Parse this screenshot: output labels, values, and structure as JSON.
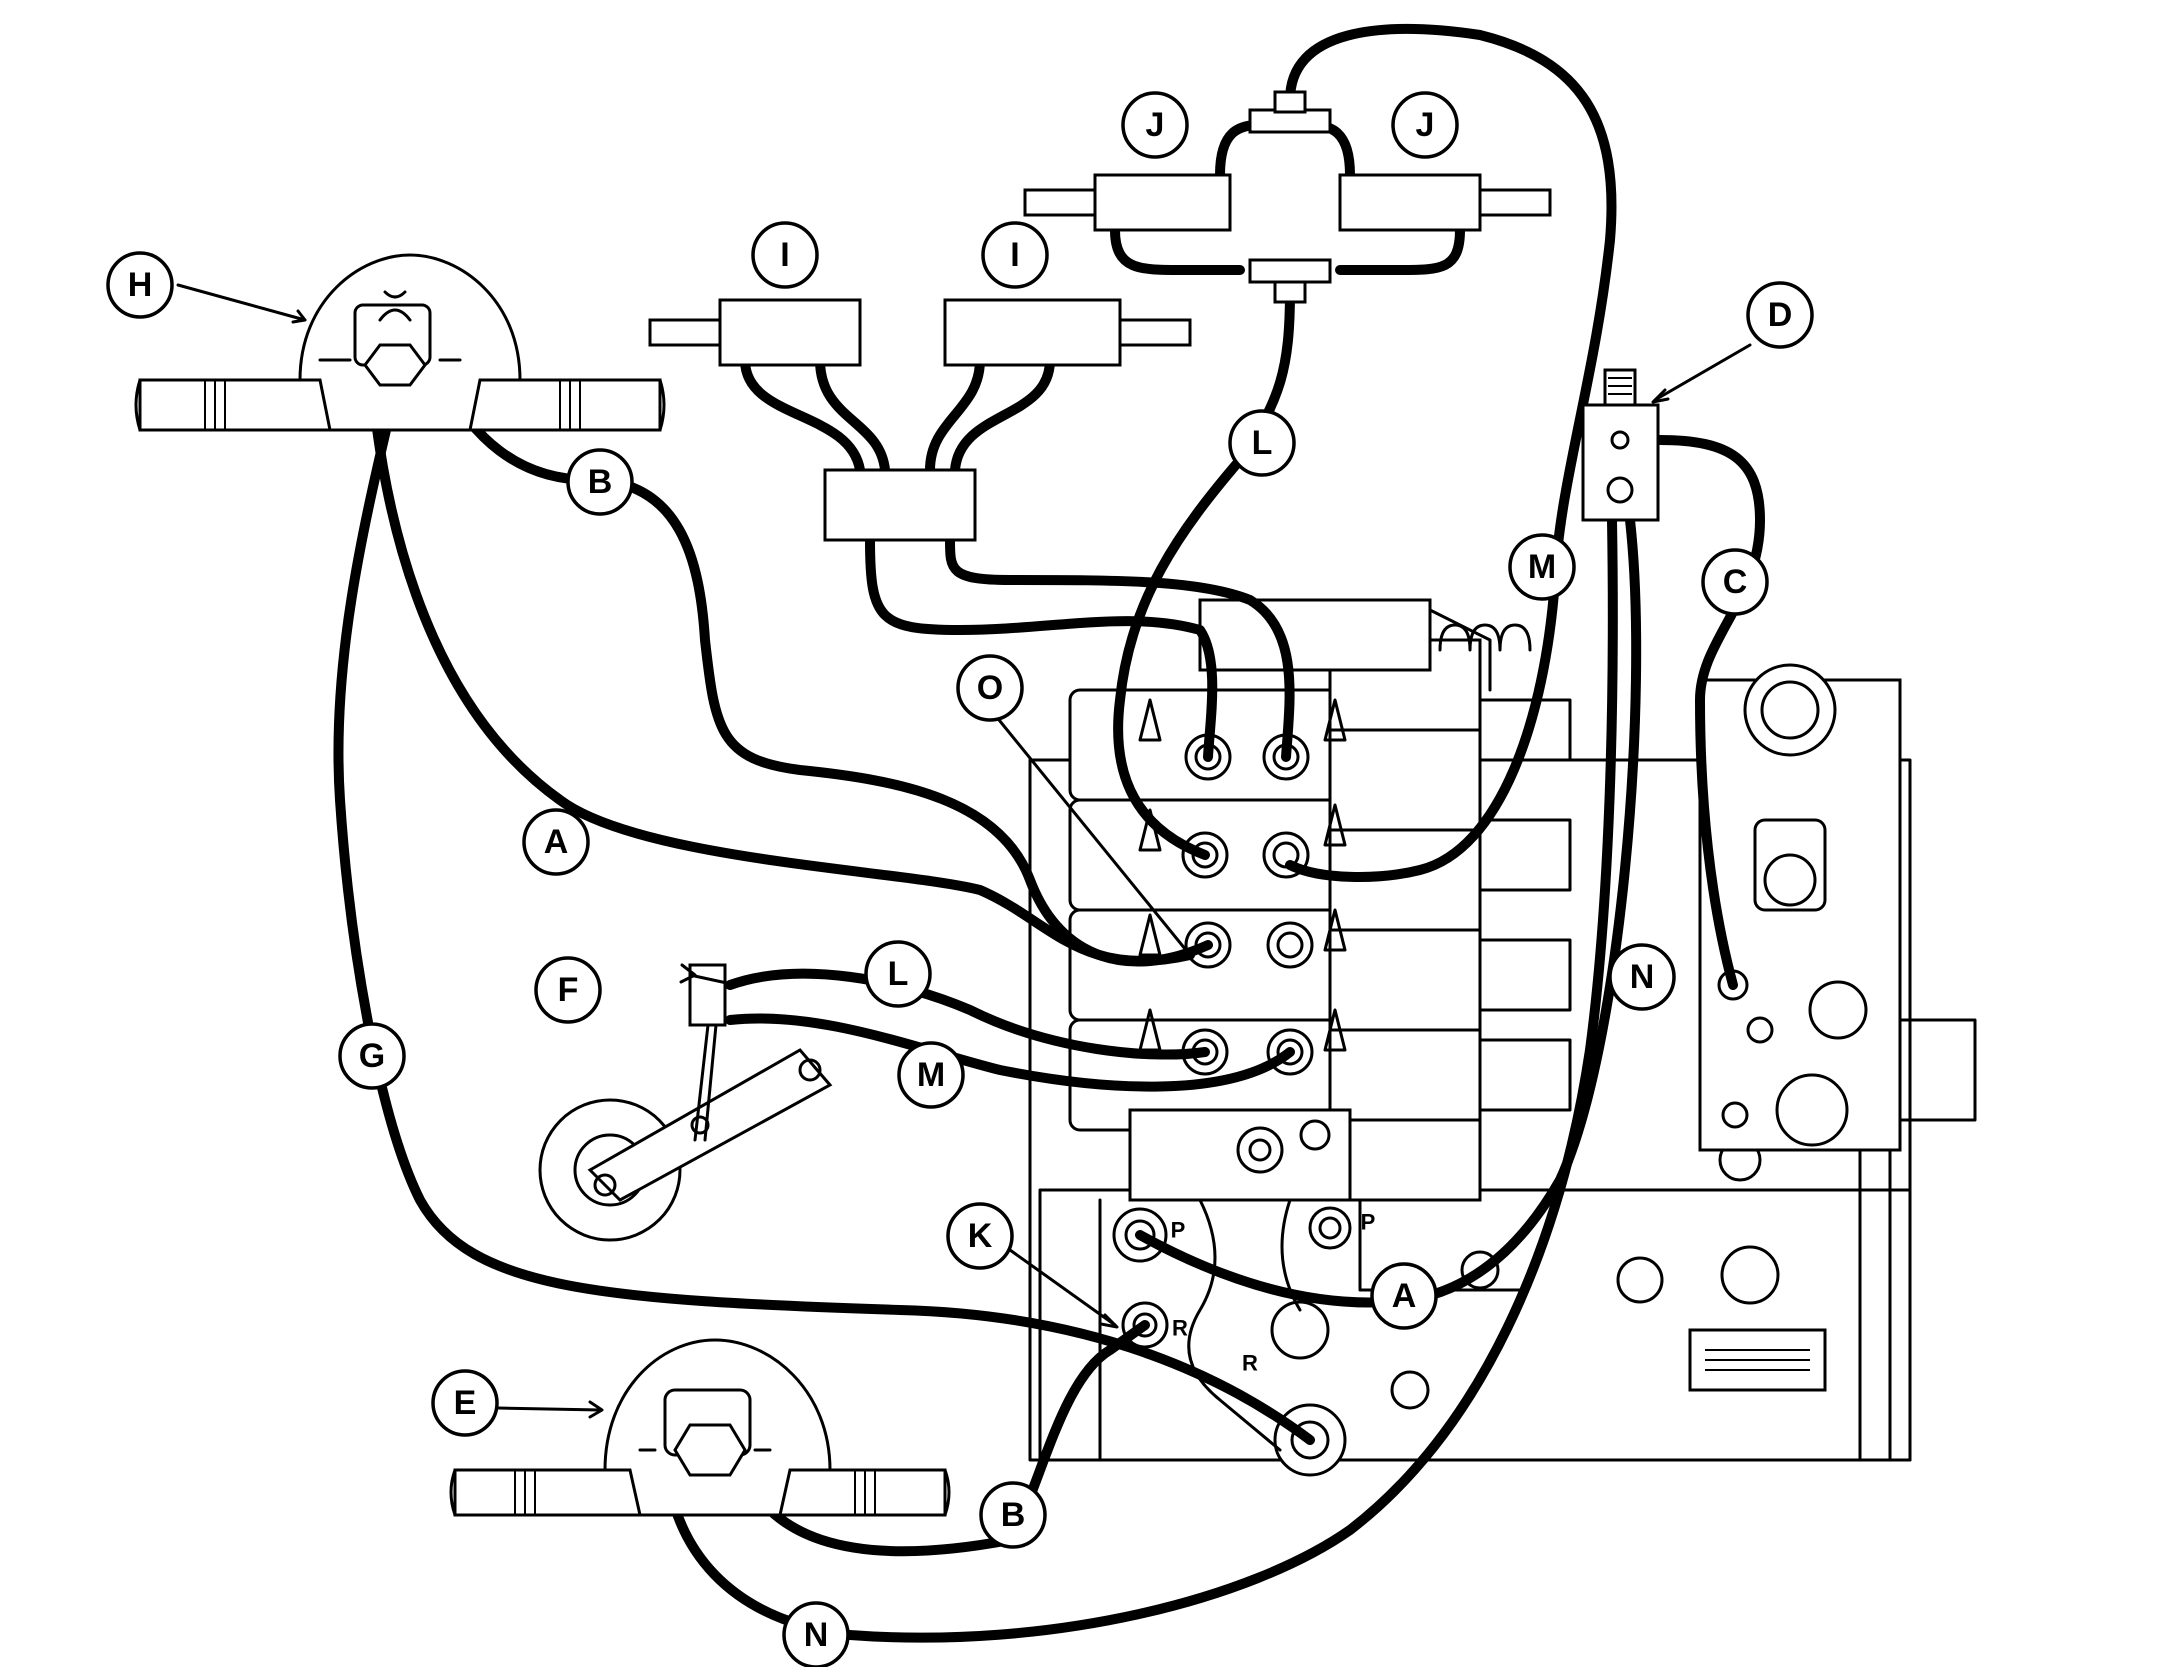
{
  "callouts": {
    "H": "H",
    "B_top": "B",
    "A_left": "A",
    "G": "G",
    "F": "F",
    "E": "E",
    "B_bottom": "B",
    "N_bottom": "N",
    "K": "K",
    "A_bottom": "A",
    "O": "O",
    "L_mid": "L",
    "M_mid": "M",
    "I_left": "I",
    "I_right": "I",
    "J_left": "J",
    "J_right": "J",
    "L_top": "L",
    "M_right": "M",
    "D": "D",
    "C": "C",
    "N_right": "N"
  },
  "port_labels": {
    "P1": "P",
    "P2": "P",
    "R1": "R",
    "R2": "R"
  },
  "colors": {
    "line": "#000000",
    "background": "#ffffff"
  }
}
